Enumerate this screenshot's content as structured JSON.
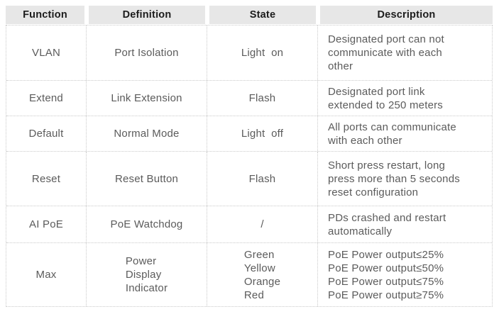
{
  "table": {
    "headers": [
      "Function",
      "Definition",
      "State",
      "Description"
    ],
    "rows": [
      {
        "function": "VLAN",
        "definition": "Port Isolation",
        "state": "Light  on",
        "description": "Designated port can not\ncommunicate with each\nother"
      },
      {
        "function": "Extend",
        "definition": "Link Extension",
        "state": "Flash",
        "description": "Designated port link\nextended to 250 meters"
      },
      {
        "function": "Default",
        "definition": "Normal Mode",
        "state": "Light  off",
        "description": "All ports can communicate\nwith each other"
      },
      {
        "function": "Reset",
        "definition": "Reset Button",
        "state": "Flash",
        "description": "Short press restart, long\npress more than 5 seconds\nreset configuration"
      },
      {
        "function": "AI PoE",
        "definition": "PoE Watchdog",
        "state": "/",
        "description": "PDs crashed and restart\nautomatically"
      },
      {
        "function": "Max",
        "definition": "Power\nDisplay\nIndicator",
        "state": "Green\nYellow\nOrange\nRed",
        "description": "PoE Power output≤25%\nPoE Power output≤50%\nPoE Power output≤75%\nPoE Power output≥75%"
      }
    ],
    "colors": {
      "header_bg": "#e7e7e7",
      "header_text": "#1c1c1c",
      "body_text": "#5b5b5b",
      "border": "#c9c9c9"
    }
  }
}
